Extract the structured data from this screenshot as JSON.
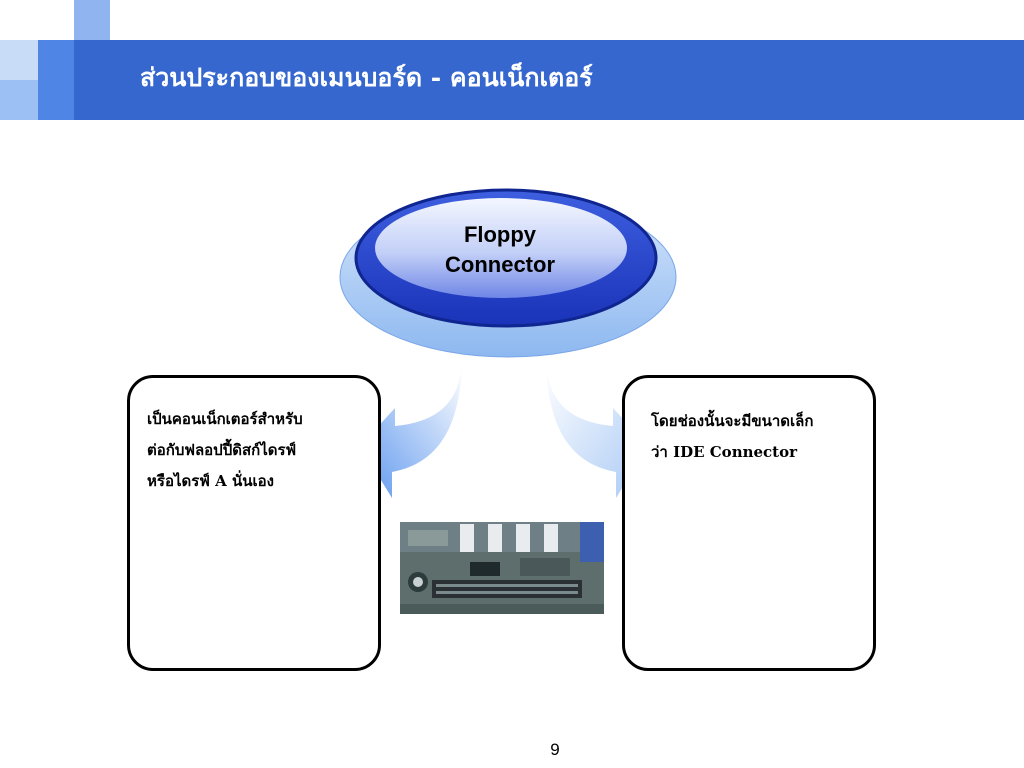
{
  "header": {
    "title": "ส่วนประกอบของเมนบอร์ด - คอนเน็กเตอร์"
  },
  "center": {
    "line1": "Floppy",
    "line2": "Connector"
  },
  "left_box": {
    "line1": "เป็นคอนเน็กเตอร์สำหรับ",
    "line2": "ต่อกับฟลอปปี้ดิสก์ไดรฟ์",
    "line3": "หรือไดรฟ์ A นั่นเอง"
  },
  "right_box": {
    "line1": "โดยช่องนั้นจะมีขนาดเล็ก",
    "line2": "ว่า IDE Connector"
  },
  "footer": {
    "page_number": "9"
  },
  "colors": {
    "title_bar": "#3567cf",
    "accent_light": "#9cc0f3",
    "ellipse_dark": "#1d3fc9",
    "ellipse_light": "#a9c9f5"
  }
}
